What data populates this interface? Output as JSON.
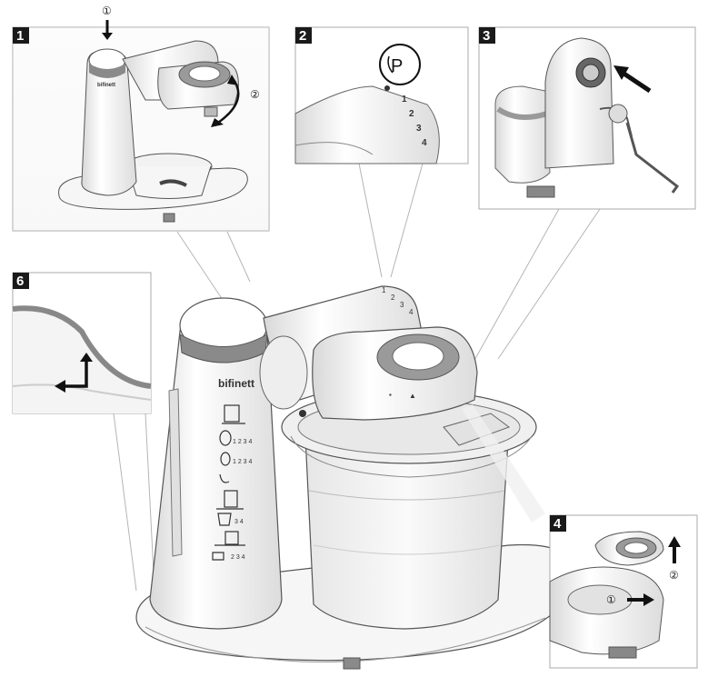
{
  "panels": [
    {
      "label": "1",
      "callouts": [
        "①",
        "②"
      ]
    },
    {
      "label": "2",
      "symbol": "P",
      "speeds": [
        "1",
        "2",
        "3",
        "4"
      ]
    },
    {
      "label": "3"
    },
    {
      "label": "4",
      "callouts": [
        "①",
        "②"
      ]
    },
    {
      "label": "6"
    }
  ],
  "brand": "bifinett",
  "speed_scale": [
    "1",
    "2",
    "3",
    "4"
  ],
  "icon_speeds": [
    "1 2 3 4",
    "1 2 3 4",
    "3 4",
    "2 3 4"
  ],
  "colors": {
    "accent": "#8a8a8a",
    "body": "#f4f4f4",
    "line": "#555555",
    "label_bg": "#1a1a1a"
  }
}
